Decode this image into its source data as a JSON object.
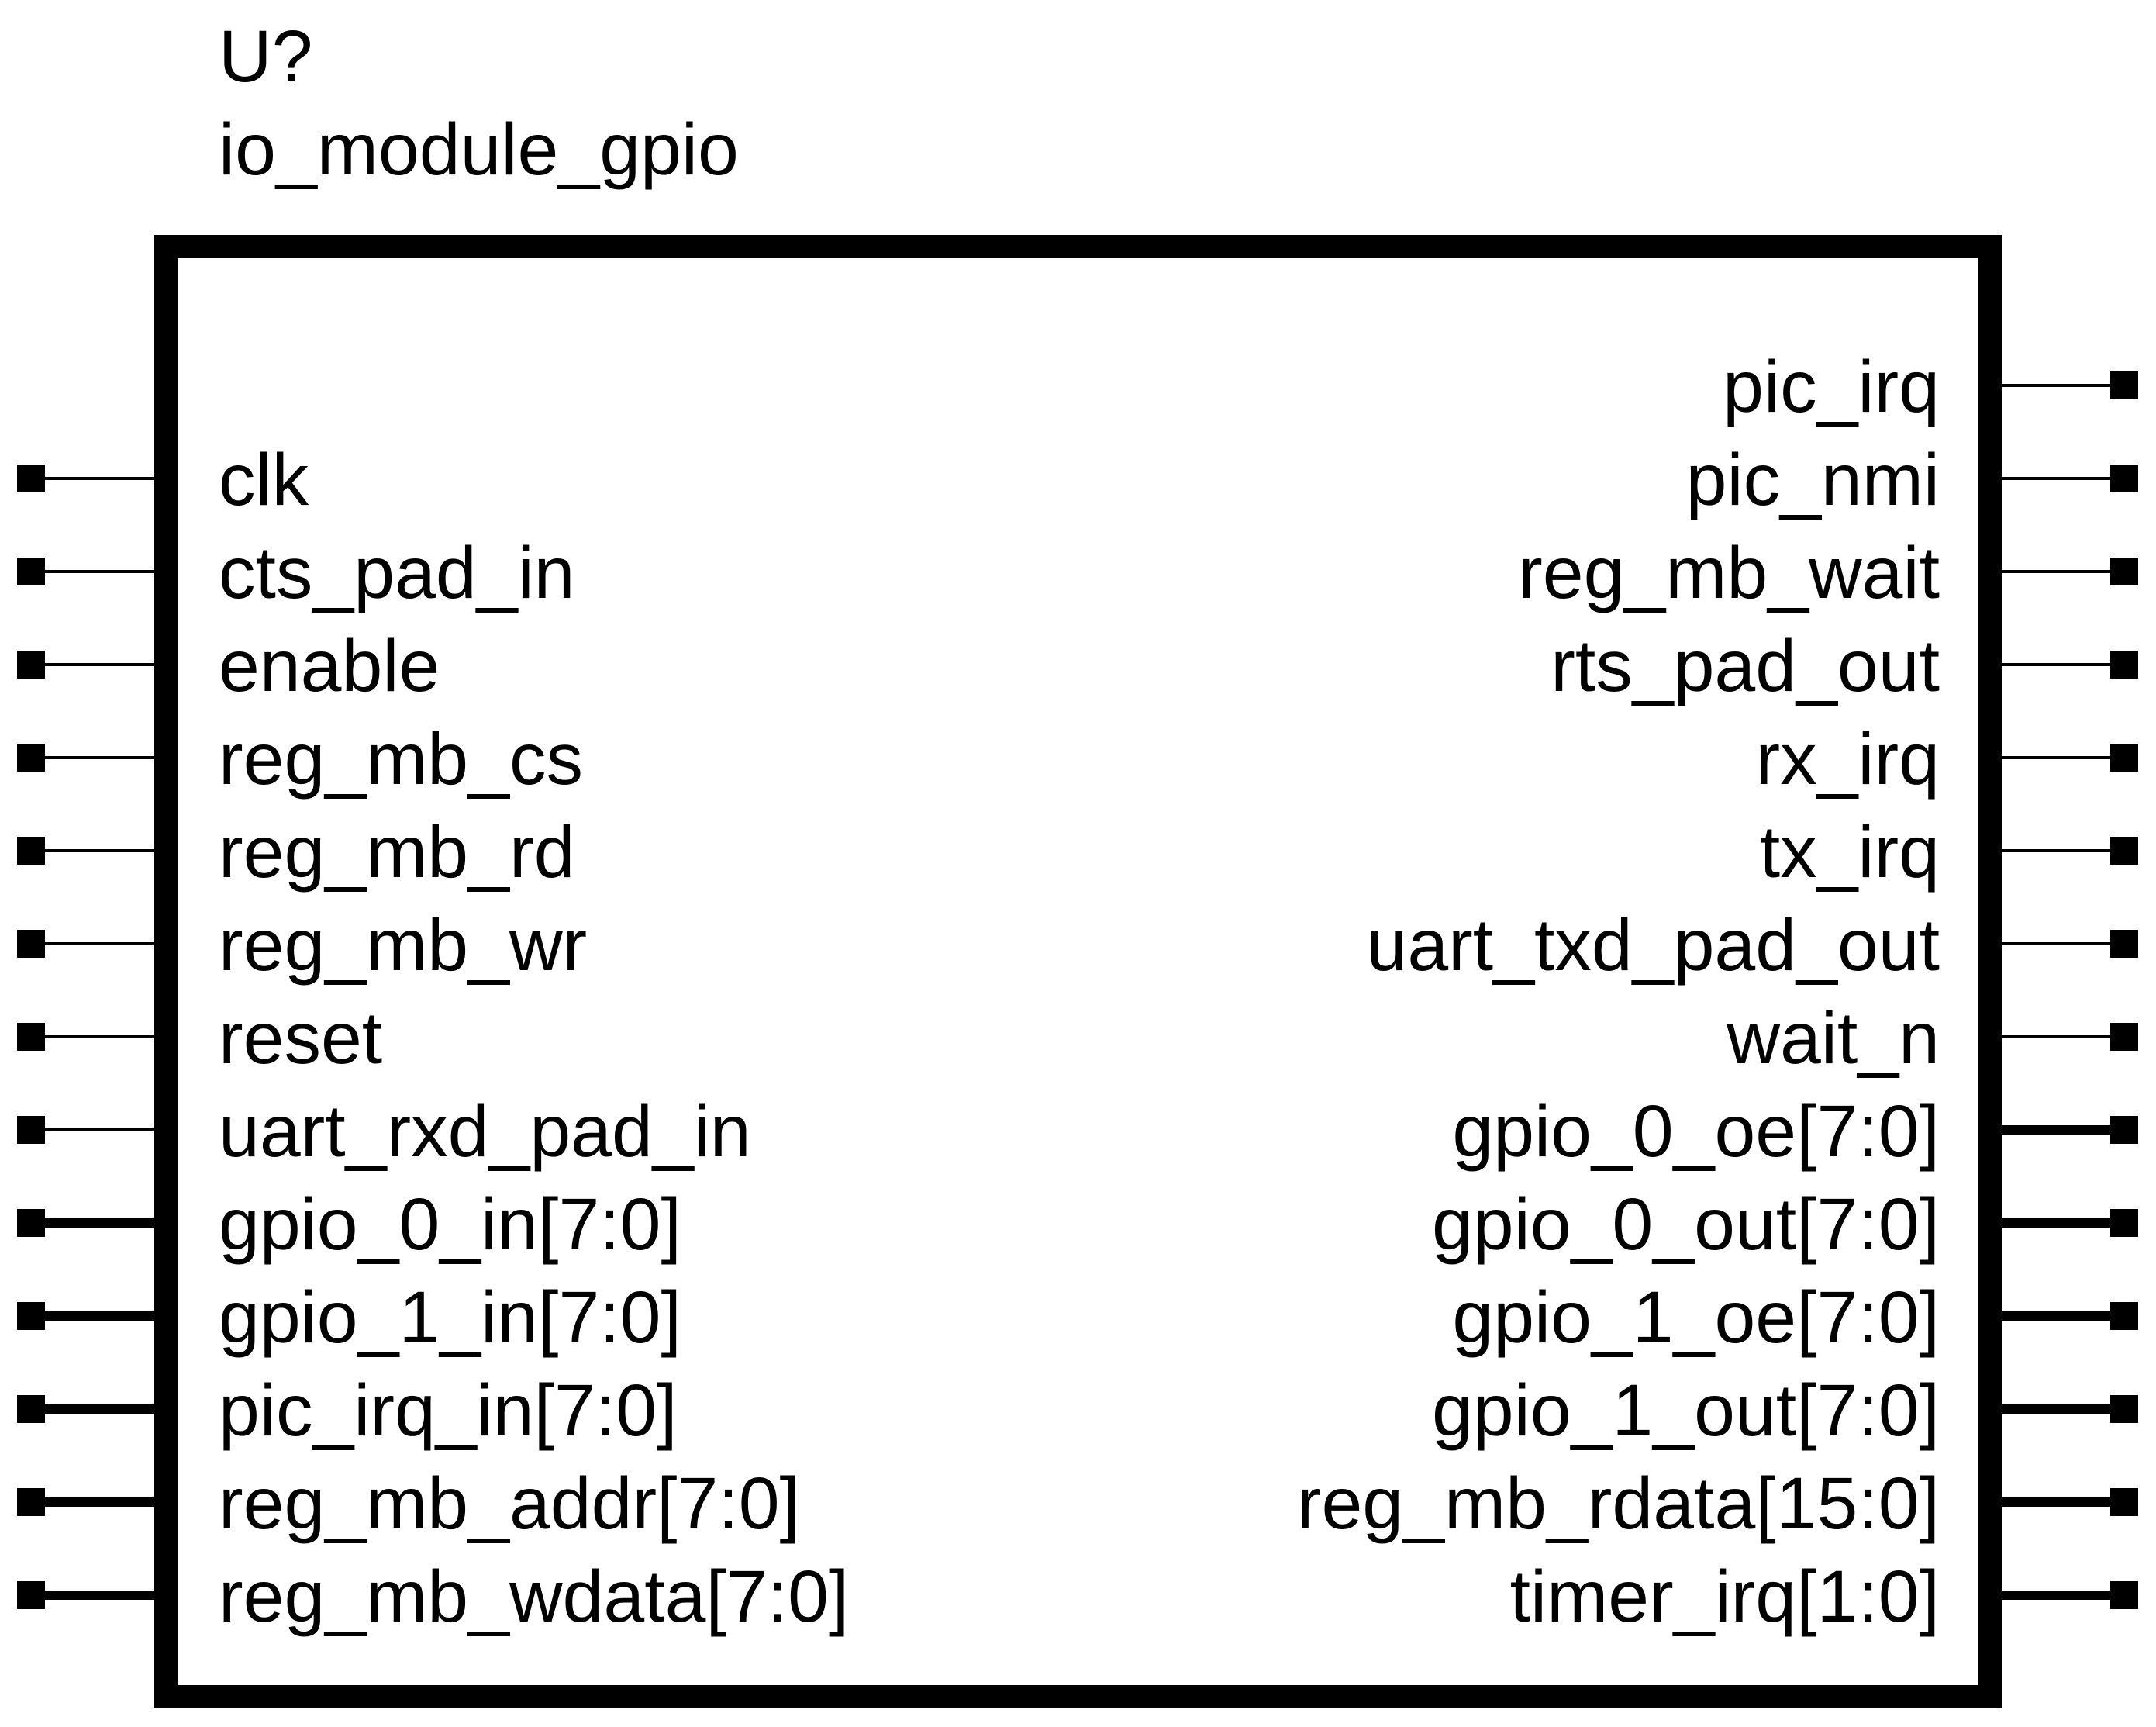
{
  "component": {
    "reference": "U?",
    "name": "io_module_gpio"
  },
  "left_pins": [
    {
      "label": "clk",
      "bus": false
    },
    {
      "label": "cts_pad_in",
      "bus": false
    },
    {
      "label": "enable",
      "bus": false
    },
    {
      "label": "reg_mb_cs",
      "bus": false
    },
    {
      "label": "reg_mb_rd",
      "bus": false
    },
    {
      "label": "reg_mb_wr",
      "bus": false
    },
    {
      "label": "reset",
      "bus": false
    },
    {
      "label": "uart_rxd_pad_in",
      "bus": false
    },
    {
      "label": "gpio_0_in[7:0]",
      "bus": true
    },
    {
      "label": "gpio_1_in[7:0]",
      "bus": true
    },
    {
      "label": "pic_irq_in[7:0]",
      "bus": true
    },
    {
      "label": "reg_mb_addr[7:0]",
      "bus": true
    },
    {
      "label": "reg_mb_wdata[7:0]",
      "bus": true
    }
  ],
  "right_pins": [
    {
      "label": "pic_irq",
      "bus": false
    },
    {
      "label": "pic_nmi",
      "bus": false
    },
    {
      "label": "reg_mb_wait",
      "bus": false
    },
    {
      "label": "rts_pad_out",
      "bus": false
    },
    {
      "label": "rx_irq",
      "bus": false
    },
    {
      "label": "tx_irq",
      "bus": false
    },
    {
      "label": "uart_txd_pad_out",
      "bus": false
    },
    {
      "label": "wait_n",
      "bus": false
    },
    {
      "label": "gpio_0_oe[7:0]",
      "bus": true
    },
    {
      "label": "gpio_0_out[7:0]",
      "bus": true
    },
    {
      "label": "gpio_1_oe[7:0]",
      "bus": true
    },
    {
      "label": "gpio_1_out[7:0]",
      "bus": true
    },
    {
      "label": "reg_mb_rdata[15:0]",
      "bus": true
    },
    {
      "label": "timer_irq[1:0]",
      "bus": true
    }
  ]
}
